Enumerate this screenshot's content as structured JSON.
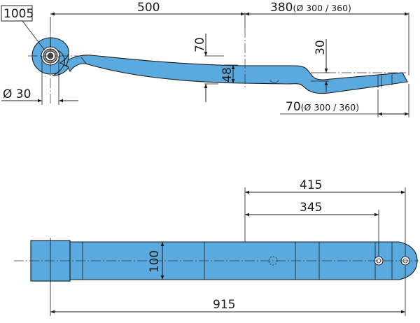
{
  "part_number": "1005",
  "side_view": {
    "dim_length_top": "500",
    "dim_right_length": "380",
    "dim_right_length_note": "(Ø 300 / 360)",
    "dim_eye_diameter": "Ø 30",
    "dim_height_70": "70",
    "dim_thickness_48": "48",
    "dim_end_height_30": "30",
    "dim_bottom_70": "70",
    "dim_bottom_70_note": "(Ø 300 / 360)"
  },
  "top_view": {
    "dim_415": "415",
    "dim_345": "345",
    "dim_width_100": "100",
    "dim_total_915": "915"
  },
  "colors": {
    "spring_fill": "#5aa9df",
    "outline": "#1c1c1c"
  }
}
